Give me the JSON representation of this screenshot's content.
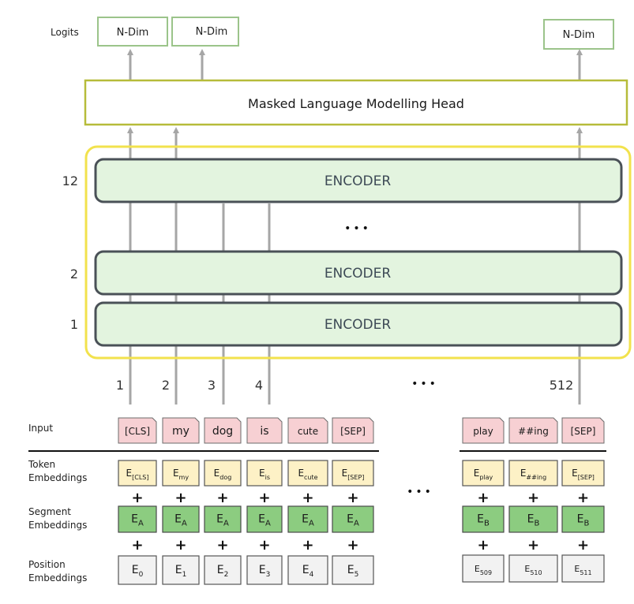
{
  "logits_label": "Logits",
  "output_labels": [
    "N-Dim",
    "N-Dim",
    "N-Dim"
  ],
  "head_label": "Masked Language Modelling Head",
  "encoders": [
    {
      "number": "12",
      "label": "ENCODER"
    },
    {
      "number": "2",
      "label": "ENCODER"
    },
    {
      "number": "1",
      "label": "ENCODER"
    }
  ],
  "ellipsis": "•••",
  "positions": [
    "1",
    "2",
    "3",
    "4",
    "512"
  ],
  "row_labels": {
    "input": "Input",
    "token": [
      "Token",
      "Embeddings"
    ],
    "segment": [
      "Segment",
      "Embeddings"
    ],
    "position": [
      "Position",
      "Embeddings"
    ]
  },
  "plus": "+",
  "tokens_left": [
    "[CLS]",
    "my",
    "dog",
    "is",
    "cute",
    "[SEP]"
  ],
  "tokens_right": [
    "play",
    "##ing",
    "[SEP]"
  ],
  "token_emb_left": [
    {
      "base": "E",
      "sub": "[CLS]"
    },
    {
      "base": "E",
      "sub": "my"
    },
    {
      "base": "E",
      "sub": "dog"
    },
    {
      "base": "E",
      "sub": "is"
    },
    {
      "base": "E",
      "sub": "cute"
    },
    {
      "base": "E",
      "sub": "[SEP]"
    }
  ],
  "token_emb_right": [
    {
      "base": "E",
      "sub": "play"
    },
    {
      "base": "E",
      "sub": "##ing"
    },
    {
      "base": "E",
      "sub": "[SEP]"
    }
  ],
  "segment_emb_left": [
    {
      "base": "E",
      "sub": "A"
    },
    {
      "base": "E",
      "sub": "A"
    },
    {
      "base": "E",
      "sub": "A"
    },
    {
      "base": "E",
      "sub": "A"
    },
    {
      "base": "E",
      "sub": "A"
    },
    {
      "base": "E",
      "sub": "A"
    }
  ],
  "segment_emb_right": [
    {
      "base": "E",
      "sub": "B"
    },
    {
      "base": "E",
      "sub": "B"
    },
    {
      "base": "E",
      "sub": "B"
    }
  ],
  "position_emb_left": [
    {
      "base": "E",
      "sub": "0"
    },
    {
      "base": "E",
      "sub": "1"
    },
    {
      "base": "E",
      "sub": "2"
    },
    {
      "base": "E",
      "sub": "3"
    },
    {
      "base": "E",
      "sub": "4"
    },
    {
      "base": "E",
      "sub": "5"
    }
  ],
  "position_emb_right": [
    {
      "base": "E",
      "sub": "509"
    },
    {
      "base": "E",
      "sub": "510"
    },
    {
      "base": "E",
      "sub": "511"
    }
  ],
  "colors": {
    "head_border": "#b6bc3a",
    "output_border": "#9bc48a",
    "encoder_fill": "#e3f4df",
    "encoder_border": "#4a5157",
    "highlight": "#f2e24d",
    "arrow": "#a6a6a6",
    "input_fill": "#f7d0d3",
    "token_fill": "#fdf1c6",
    "segment_fill": "#8ccc80",
    "position_fill": "#f2f2f2"
  }
}
